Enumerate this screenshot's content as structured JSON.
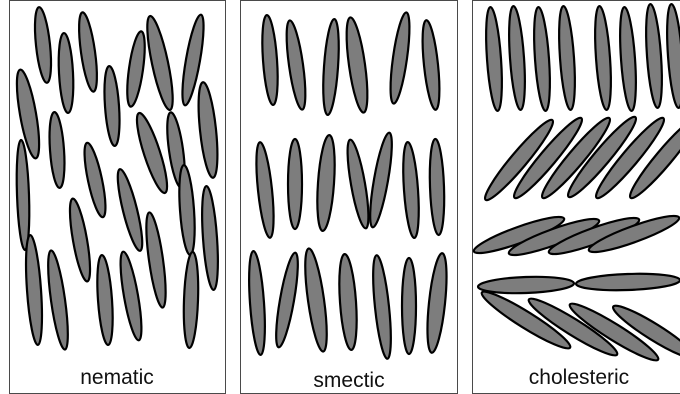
{
  "colors": {
    "rod_fill": "#7d7d7d",
    "rod_stroke": "#000000",
    "frame_stroke": "#4a4a4a",
    "background": "#ffffff"
  },
  "panels": [
    {
      "id": "nematic",
      "label": "nematic"
    },
    {
      "id": "smectic",
      "label": "smectic"
    },
    {
      "id": "cholesteric",
      "label": "cholesteric"
    }
  ]
}
